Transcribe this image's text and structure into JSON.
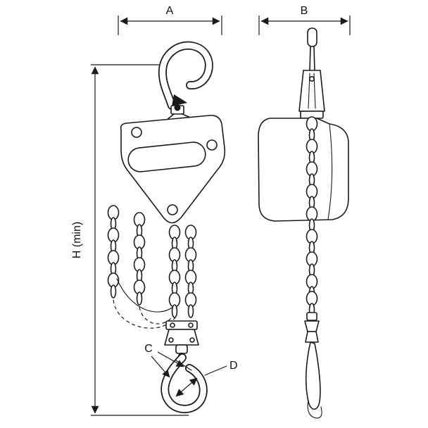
{
  "figure": {
    "type": "technical-drawing",
    "subject": "manual chain hoist, two orthographic views with dimension callouts",
    "labels": {
      "width_front": "A",
      "width_side": "B",
      "hook_c": "C",
      "hook_d": "D",
      "height_min": "H (min)"
    },
    "colors": {
      "line": "#1a1a1a",
      "background": "#ffffff"
    }
  }
}
